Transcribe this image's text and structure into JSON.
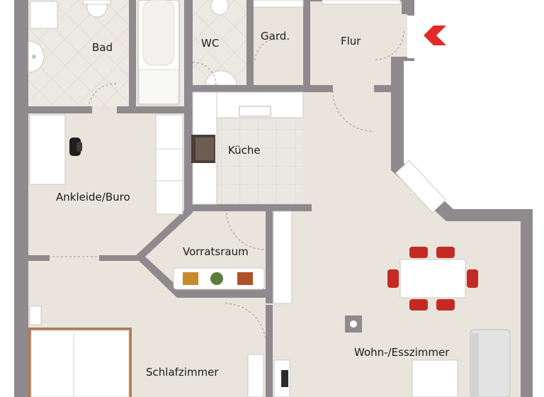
{
  "floorplan": {
    "colors": {
      "wall": "#8e8a8d",
      "floor": "#e9e5dc",
      "tile": "#ece8e2",
      "furniture": "#ffffff",
      "furniture_edge": "#d6d2cb",
      "chair": "#c42a24",
      "entrance_arrow": "#e22a2a",
      "bed_frame": "#b07a52"
    },
    "rooms": {
      "bad": "Bad",
      "wc": "WC",
      "gard": "Gard.",
      "flur": "Flur",
      "kueche": "Küche",
      "ankleide": "Ankleide/Buro",
      "vorratsraum": "Vorratsraum",
      "wohn": "Wohn-/Esszimmer",
      "schlaf": "Schlafzimmer"
    }
  }
}
